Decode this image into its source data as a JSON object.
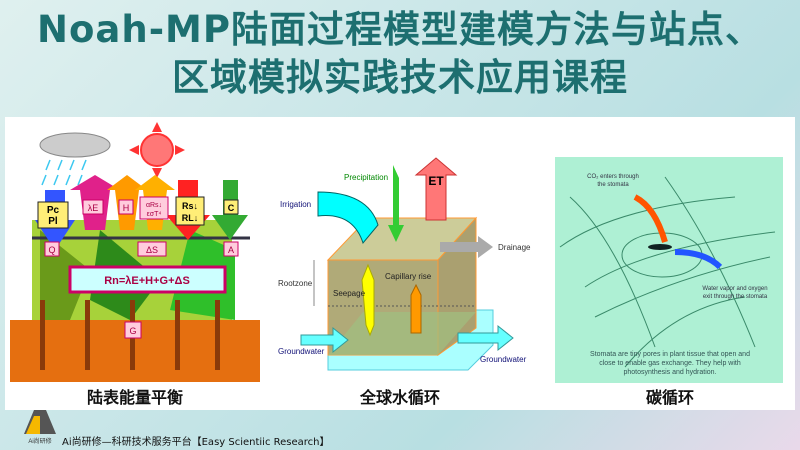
{
  "title": {
    "line1": "Noah-MP陆面过程模型建模方法与站点、",
    "line2": "区域模拟实践技术应用课程"
  },
  "figures": [
    {
      "caption": "陆表能量平衡",
      "labels": {
        "pc": "Pc",
        "pl": "Pl",
        "le": "λE",
        "h": "H",
        "ars": "αRs↓",
        "eot": "εσT⁴",
        "rs": "Rs↓",
        "rl": "RL↓",
        "c": "C",
        "q": "Q",
        "ds": "ΔS",
        "a": "A",
        "g": "G",
        "eq": "Rn=λE+H+G+ΔS"
      }
    },
    {
      "caption": "全球水循环",
      "labels": {
        "precip": "Precipitation",
        "et": "ET",
        "irrigation": "Irrigation",
        "drainage": "Drainage",
        "rootzone": "Rootzone",
        "capillary": "Capillary rise",
        "seepage": "Seepage",
        "gw_in": "Groundwater",
        "gw_out": "Groundwater"
      }
    },
    {
      "caption": "碳循环",
      "labels": {
        "co2_1": "CO₂ enters through",
        "co2_2": "the stomata",
        "wv_1": "Water vapor and oxygen",
        "wv_2": "exit through the stomata",
        "desc_1": "Stomata are tiny pores in plant tissue that open and",
        "desc_2": "close to enable gas exchange.  They help with",
        "desc_3": "photosynthesis and hydration."
      }
    }
  ],
  "footer": {
    "logo_text": "Ai尚研修",
    "text": "Ai尚研修—科研技术服务平台【Easy Scientiic Research】"
  }
}
